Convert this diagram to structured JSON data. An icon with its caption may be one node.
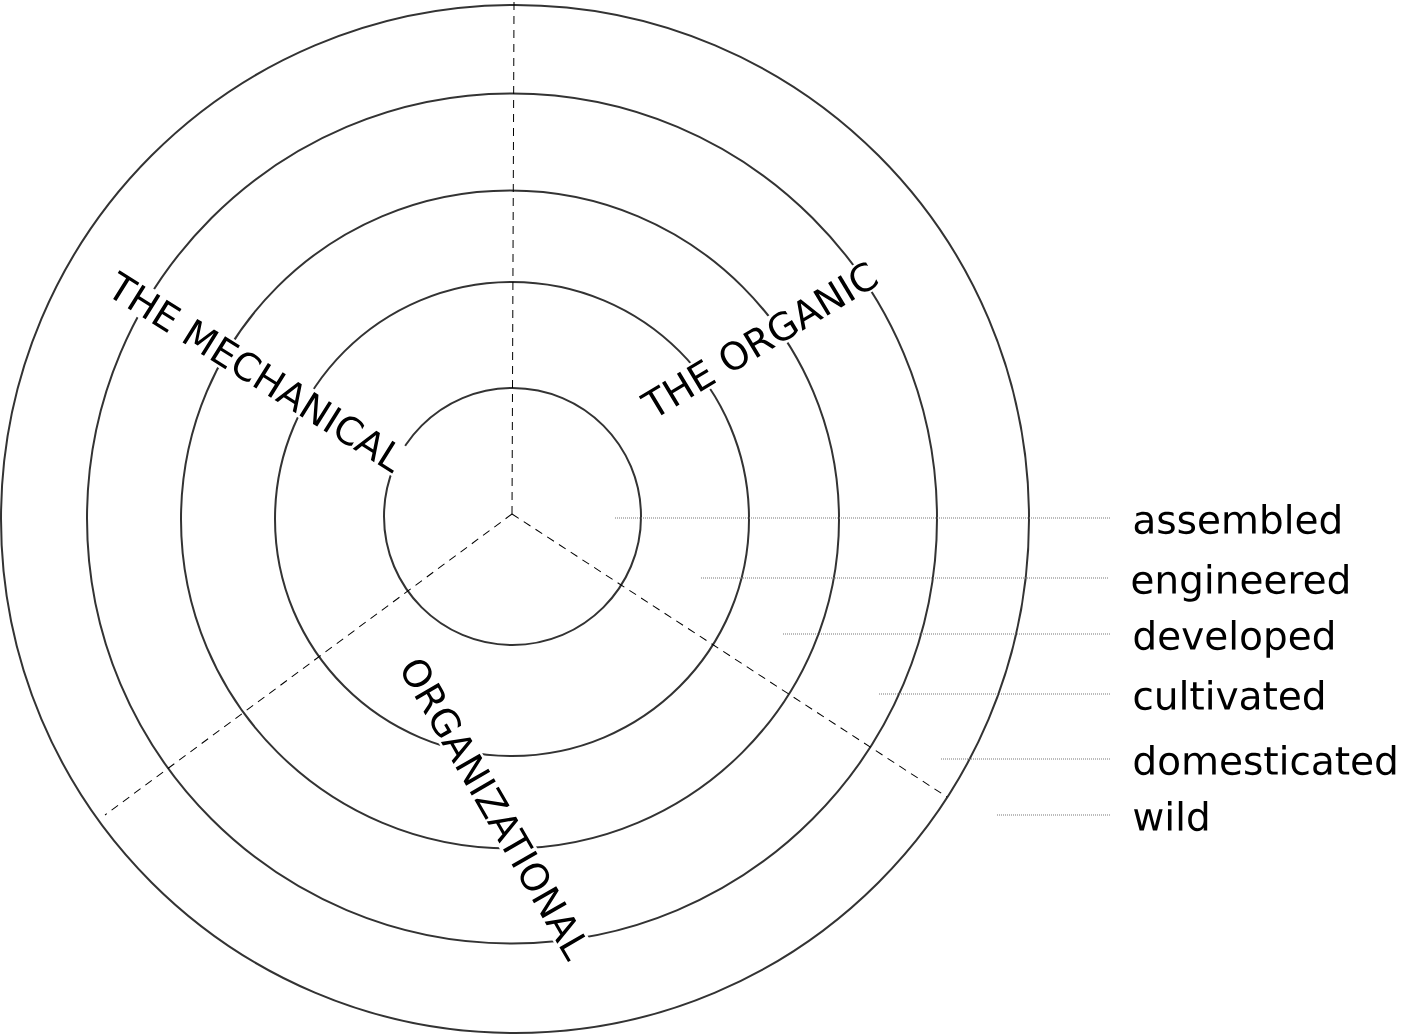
{
  "diagram": {
    "nodes": [
      {
        "text": [],
        "shape": "circle"
      },
      {
        "text": [],
        "shape": "circle",
        "in": 0
      },
      {
        "text": [],
        "shape": "circle",
        "in": 1
      },
      {
        "text": [],
        "shape": "circle",
        "in": 2
      },
      {
        "text": [],
        "shape": "circle",
        "in": 3
      },
      {
        "text": [
          "assembled"
        ]
      },
      {
        "text": [
          "engineered"
        ]
      },
      {
        "text": [
          "developed"
        ]
      },
      {
        "text": [
          "cultivated"
        ]
      },
      {
        "text": [
          "domesticated"
        ]
      },
      {
        "text": [
          "wild"
        ]
      }
    ],
    "edges": [
      {
        "from": 5,
        "to": 4,
        "arrow": "none"
      },
      {
        "from": 6,
        "to": 3,
        "arrow": "none"
      },
      {
        "from": 7,
        "to": 2,
        "arrow": "none"
      },
      {
        "from": 8,
        "to": 1,
        "arrow": "none"
      },
      {
        "from": 9,
        "to": 0,
        "arrow": "none"
      },
      {
        "from": 10,
        "to": null,
        "arrow": "none"
      }
    ],
    "labels": [
      "THE MECHANICAL",
      "THE ORGANIC",
      "ORGANIZATIONAL"
    ]
  }
}
